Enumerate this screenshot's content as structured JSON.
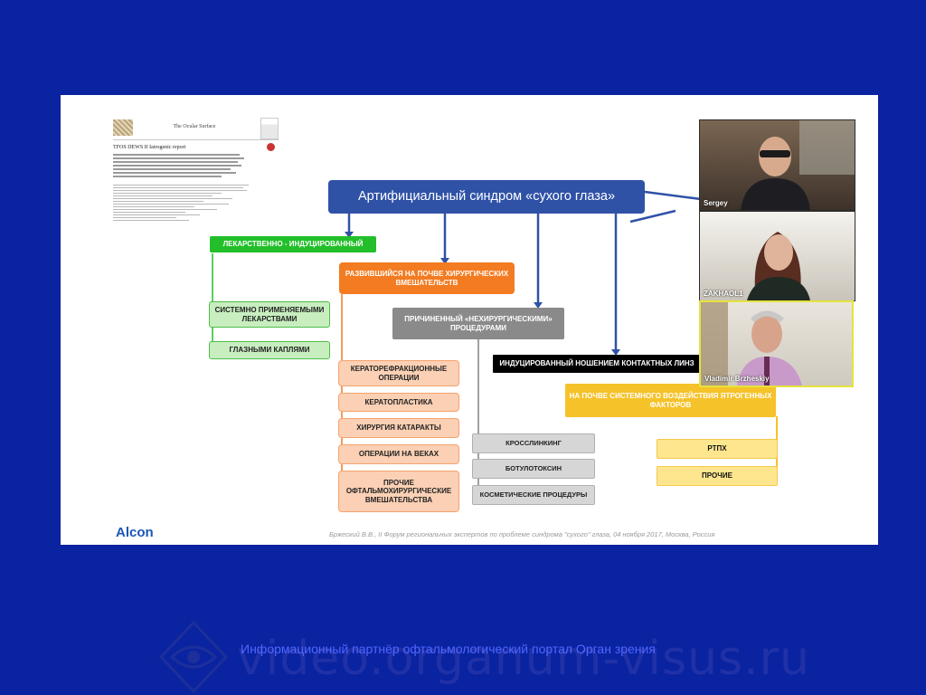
{
  "slide": {
    "main_title": "Артифициальный синдром «сухого глаза»",
    "paper": {
      "journal": "The Ocular Surface",
      "title": "TFOS DEWS II Iatrogenic report"
    },
    "branches": {
      "drug": {
        "label": "ЛЕКАРСТВЕННО - ИНДУЦИРОВАННЫЙ",
        "items": [
          "СИСТЕМНО ПРИМЕНЯЕМЫМИ ЛЕКАРСТВАМИ",
          "ГЛАЗНЫМИ КАПЛЯМИ"
        ]
      },
      "surgical": {
        "label": "РАЗВИВШИЙСЯ НА ПОЧВЕ ХИРУРГИЧЕСКИХ ВМЕШАТЕЛЬСТВ",
        "items": [
          "КЕРАТОРЕФРАКЦИОННЫЕ ОПЕРАЦИИ",
          "КЕРАТОПЛАСТИКА",
          "ХИРУРГИЯ КАТАРАКТЫ",
          "ОПЕРАЦИИ НА ВЕКАХ",
          "ПРОЧИЕ ОФТАЛЬМОХИРУРГИЧЕСКИЕ ВМЕШАТЕЛЬСТВА"
        ]
      },
      "nonsurgical": {
        "label": "ПРИЧИНЕННЫЙ «НЕХИРУРГИЧЕСКИМИ» ПРОЦЕДУРАМИ",
        "items": [
          "КРОССЛИНКИНГ",
          "БОТУЛОТОКСИН",
          "КОСМЕТИЧЕСКИЕ ПРОЦЕДУРЫ"
        ]
      },
      "contact_lens": {
        "label": "ИНДУЦИРОВАННЫЙ НОШЕНИЕМ КОНТАКТНЫХ ЛИНЗ"
      },
      "systemic": {
        "label": "НА ПОЧВЕ СИСТЕМНОГО ВОЗДЕЙСТВИЯ ЯТРОГЕННЫХ ФАКТОРОВ",
        "items": [
          "РТПХ",
          "ПРОЧИЕ"
        ]
      }
    },
    "footer": {
      "logo": "Alcon",
      "citation": "Бржеский В.В., II Форум региональных экспертов по проблеме синдрома \"сухого\" глаза, 04 ноября 2017, Москва, Россия"
    }
  },
  "participants": [
    {
      "name": "Sergey"
    },
    {
      "name": "ZAKHAOL1"
    },
    {
      "name": "Vladimir Brzheskiy"
    }
  ],
  "watermark": {
    "partner_text": "Информационный партнёр офтальмологический портал Орган зрения",
    "url": "video.organum-visus.ru"
  },
  "colors": {
    "background": "#0a23a0",
    "main_box": "#2f52a7",
    "green": "#22bf2a",
    "orange": "#f37b21",
    "grey": "#8a8a8a",
    "yellow": "#f6c22a",
    "connector_blue": "#2f52a7",
    "active_speaker_border": "#e6e33c"
  },
  "icons": [
    "eye-logo-icon"
  ]
}
